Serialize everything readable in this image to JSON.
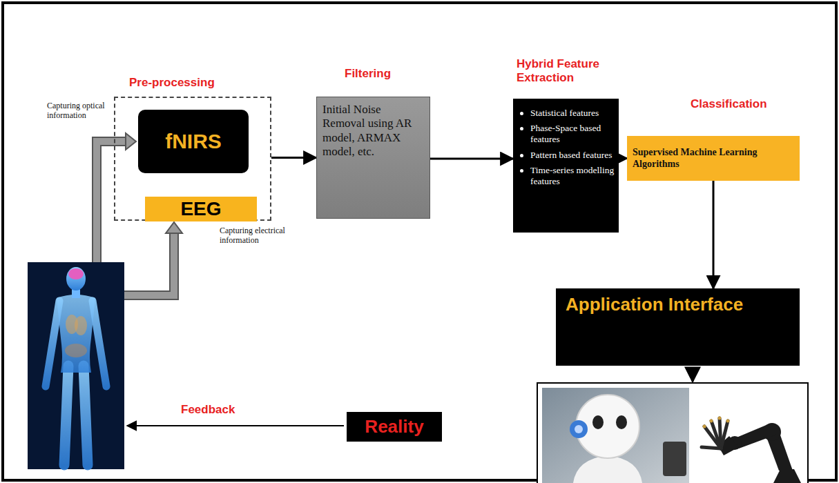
{
  "diagram": {
    "nodes": [
      {
        "text": [
          "Pre-processing"
        ]
      },
      {
        "text": [
          "fNIRS"
        ],
        "in": 0
      },
      {
        "text": [
          "EEG"
        ],
        "in": 0
      },
      {
        "text": [
          "Filtering",
          "Initial Noise Removal using AR model, ARMAX model, etc."
        ]
      },
      {
        "text": [
          "Hybrid Feature Extraction",
          "Statistical features",
          "Phase-Space based features",
          "Pattern based features",
          "Time-series modelling features"
        ]
      },
      {
        "text": [
          "Classification",
          "Supervised Machine Learning Algorithms"
        ]
      },
      {
        "text": [
          "Application Interface"
        ]
      },
      {
        "text": [
          "Reality"
        ]
      }
    ],
    "edges": [
      {
        "from": 0,
        "to": 3,
        "arrow": "to"
      },
      {
        "from": 3,
        "to": 4,
        "arrow": "to"
      },
      {
        "from": 4,
        "to": 5,
        "arrow": "to"
      },
      {
        "from": 5,
        "to": 6,
        "arrow": "to"
      }
    ],
    "labels": [
      "Capturing optical information",
      "Capturing electrical information",
      "Feedback"
    ]
  }
}
